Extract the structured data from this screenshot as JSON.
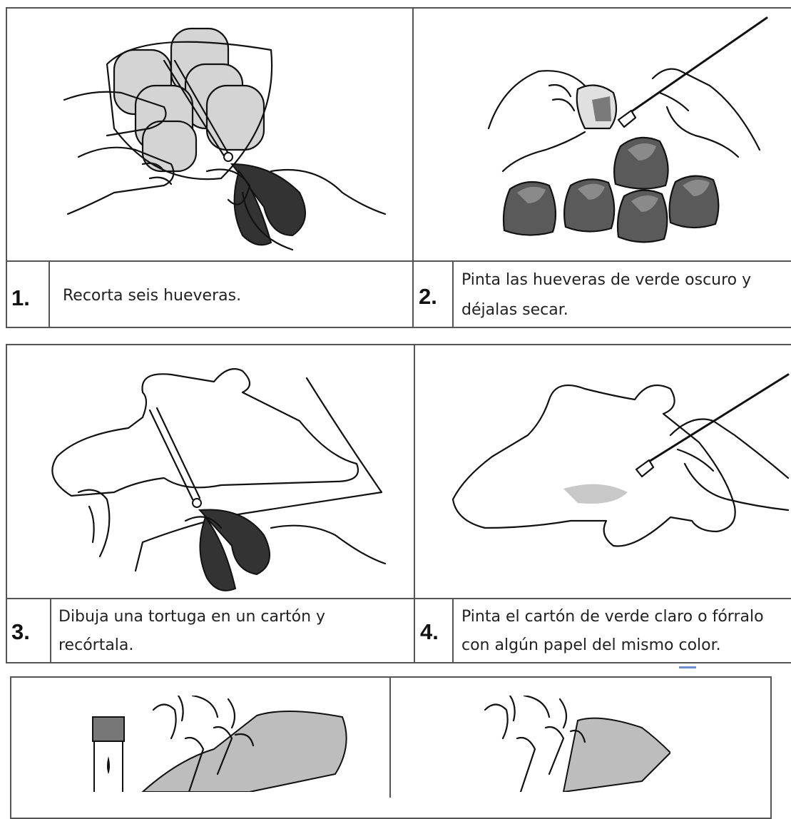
{
  "steps": [
    {
      "number": "1.",
      "text": "Recorta seis hueveras."
    },
    {
      "number": "2.",
      "line1": "Pinta las hueveras de verde oscuro y",
      "line2": "déjalas secar."
    },
    {
      "number": "3.",
      "line1": "Dibuja una tortuga en un cartón y",
      "line2": "recórtala."
    },
    {
      "number": "4.",
      "line1": "Pinta el cartón de verde claro o fórralo",
      "line2": "con algún papel del mismo color."
    }
  ],
  "colors": {
    "border": "#555555",
    "dark_paint": "#5a5a5a",
    "light_paint": "#c8c8c8",
    "scissor": "#333333"
  },
  "illustrations": [
    "cutting-egg-carton",
    "painting-egg-cups",
    "cutting-turtle-cardboard",
    "painting-turtle-cardboard",
    "glue-bottle-hands",
    "hands-fixing-paper"
  ]
}
